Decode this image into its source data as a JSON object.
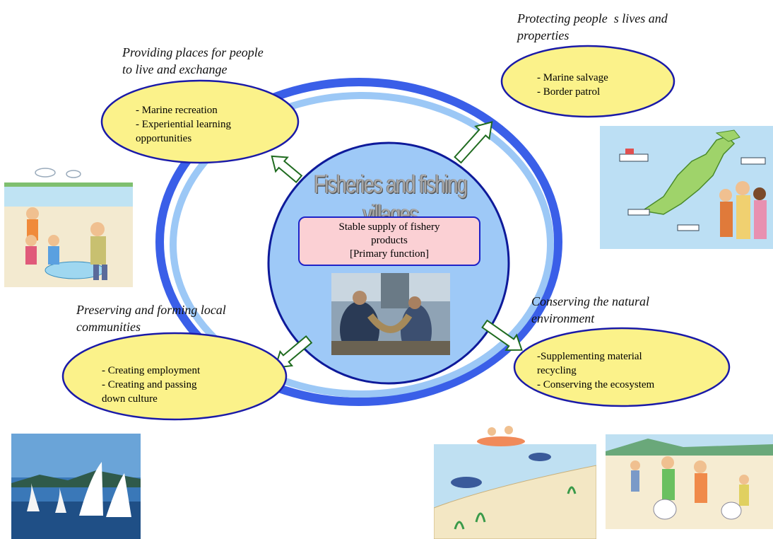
{
  "diagram": {
    "center": {
      "title": "Fisheries and fishing villages",
      "primary_box_line1": "Stable supply of fishery",
      "primary_box_line2": "products",
      "primary_box_line3": "[Primary function]"
    },
    "functions": {
      "top_left": {
        "heading_line1": "Providing places for people",
        "heading_line2": "to live and exchange",
        "items": [
          "- Marine recreation",
          "- Experiential learning",
          "opportunities"
        ]
      },
      "top_right": {
        "heading_line1": "Protecting people  s lives and",
        "heading_line2": "properties",
        "items": [
          "- Marine salvage",
          "- Border patrol"
        ]
      },
      "bottom_left": {
        "heading_line1": "Preserving and forming local",
        "heading_line2": "communities",
        "items": [
          "- Creating employment",
          "- Creating and passing",
          "down culture"
        ]
      },
      "bottom_right": {
        "heading_line1": "Conserving the natural",
        "heading_line2": "environment",
        "items": [
          "-Supplementing material",
          "recycling",
          "- Conserving the ecosystem"
        ]
      }
    },
    "colors": {
      "ring_outer": "#3a5fe8",
      "ring_inner": "#9cc8f6",
      "center_fill": "#9ec9f7",
      "bubble_fill": "#fbf28a",
      "bubble_stroke": "#1a1aa8",
      "primary_box_fill": "#fbd0d4",
      "arrow_stroke": "#1f6b1f"
    },
    "illustrations": {
      "top_left": "children-fishing-illustration",
      "top_right": "japan-map-family-illustration",
      "center": "fishermen-hauling-net-photo",
      "bottom_left": "sailboats-photo",
      "bottom_right_a": "underwater-divers-illustration",
      "bottom_right_b": "beach-cleanup-illustration"
    }
  }
}
